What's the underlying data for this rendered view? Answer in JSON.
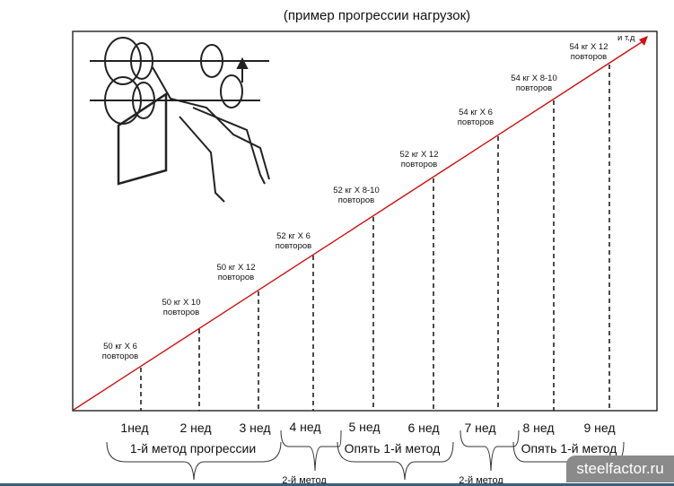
{
  "title": "(пример прогрессии нагрузок)",
  "end_label": "и т.д",
  "steps": [
    {
      "line1": "50 кг Х 6",
      "line2": "повторов"
    },
    {
      "line1": "50 кг Х 10",
      "line2": "повторов"
    },
    {
      "line1": "50 кг Х 12",
      "line2": "повторов"
    },
    {
      "line1": "52 кг Х 6",
      "line2": "повторов"
    },
    {
      "line1": "52 кг Х 8-10",
      "line2": "повторов"
    },
    {
      "line1": "52 кг Х 12",
      "line2": "повторов"
    },
    {
      "line1": "54 кг Х 6",
      "line2": "повторов"
    },
    {
      "line1": "54 кг Х 8-10",
      "line2": "повторов"
    },
    {
      "line1": "54 кг Х 12",
      "line2": "повторов"
    }
  ],
  "weeks": [
    "1нед",
    "2 нед",
    "3 нед",
    "4 нед",
    "5 нед",
    "6 нед",
    "7 нед",
    "8 нед",
    "9 нед"
  ],
  "methods": [
    "1-й метод прогрессии",
    "2-й метод",
    "Опять 1-й метод",
    "2-й метод",
    "Опять 1-й метод"
  ],
  "watermark": "steelfactor.ru",
  "colors": {
    "arrow": "#d01010"
  }
}
